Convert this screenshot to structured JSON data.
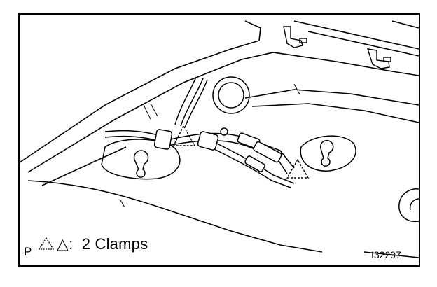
{
  "figure": {
    "caption_symbol": "△:",
    "caption_text": "2 Clamps",
    "page_marker": "P",
    "figure_code": "I32297"
  },
  "icons": {
    "clamp_marker": "triangle-dashed-icon"
  }
}
